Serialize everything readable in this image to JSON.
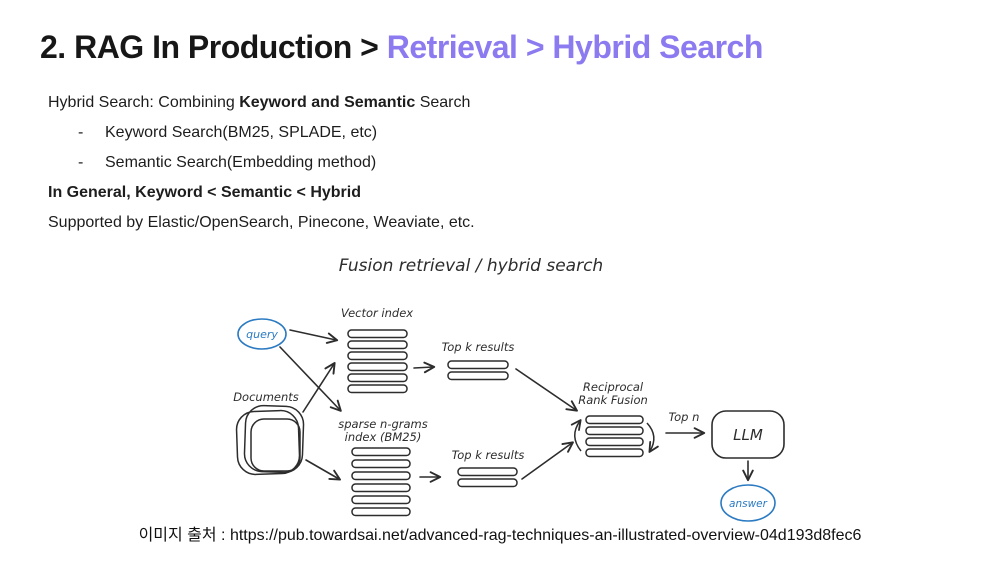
{
  "title": {
    "black": "2. RAG In Production > ",
    "purple": "Retrieval > Hybrid Search"
  },
  "body": {
    "line1_pre": "Hybrid Search: Combining ",
    "line1_bold": "Keyword and Semantic",
    "line1_post": " Search",
    "bullets": [
      {
        "dash": "-",
        "text": "Keyword Search(BM25, SPLADE, etc)"
      },
      {
        "dash": "-",
        "text": "Semantic Search(Embedding method)"
      }
    ],
    "line4_bold": "In General, Keyword < Semantic < Hybrid",
    "line5": "Supported by Elastic/OpenSearch, Pinecone, Weaviate, etc."
  },
  "diagram": {
    "title": "Fusion retrieval / hybrid search",
    "nodes": {
      "query": "query",
      "vector_index": "Vector index",
      "documents": "Documents",
      "sparse_index_line1": "sparse n-grams",
      "sparse_index_line2": "index (BM25)",
      "top_k_upper": "Top k results",
      "top_k_lower": "Top k results",
      "rrf_line1": "Reciprocal",
      "rrf_line2": "Rank Fusion",
      "top_n": "Top n",
      "llm": "LLM",
      "answer": "answer"
    },
    "colors": {
      "ink": "#2d2d2d",
      "blue": "#2b7ac2"
    }
  },
  "caption": "이미지 출처 : https://pub.towardsai.net/advanced-rag-techniques-an-illustrated-overview-04d193d8fec6",
  "colors": {
    "accent_purple": "#8b7af0",
    "text": "#1d1d1d"
  }
}
